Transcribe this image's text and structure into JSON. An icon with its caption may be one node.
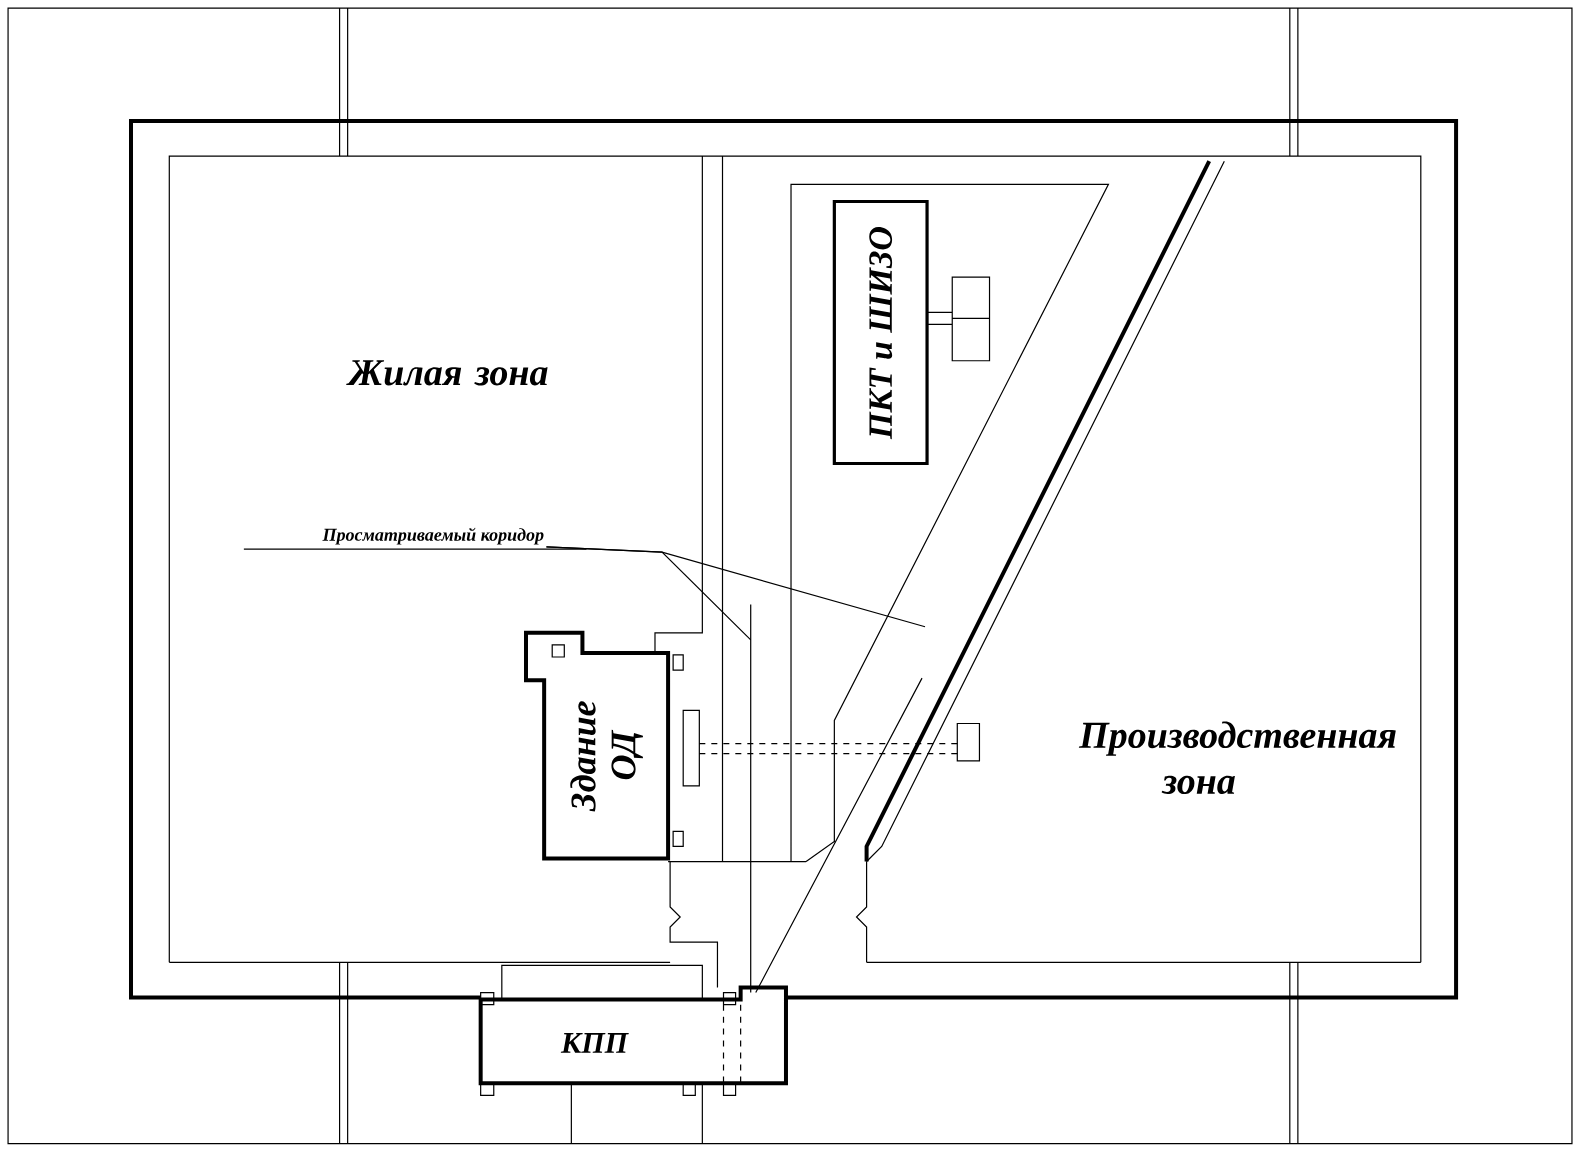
{
  "diagram": {
    "nodes": [
      {
        "text": [
          "ПКТ и ШИЗО"
        ]
      },
      {
        "text": [
          "Здание ОД"
        ]
      },
      {
        "text": [
          "КПП"
        ]
      },
      {
        "text": [
          "Просматриваемый коридор"
        ]
      }
    ],
    "edges": [
      {
        "from": 3,
        "to": null,
        "arrow": "none"
      },
      {
        "from": 3,
        "to": null,
        "arrow": "none"
      }
    ],
    "labels": [
      "Жилая зона",
      "Производственная зона"
    ]
  }
}
